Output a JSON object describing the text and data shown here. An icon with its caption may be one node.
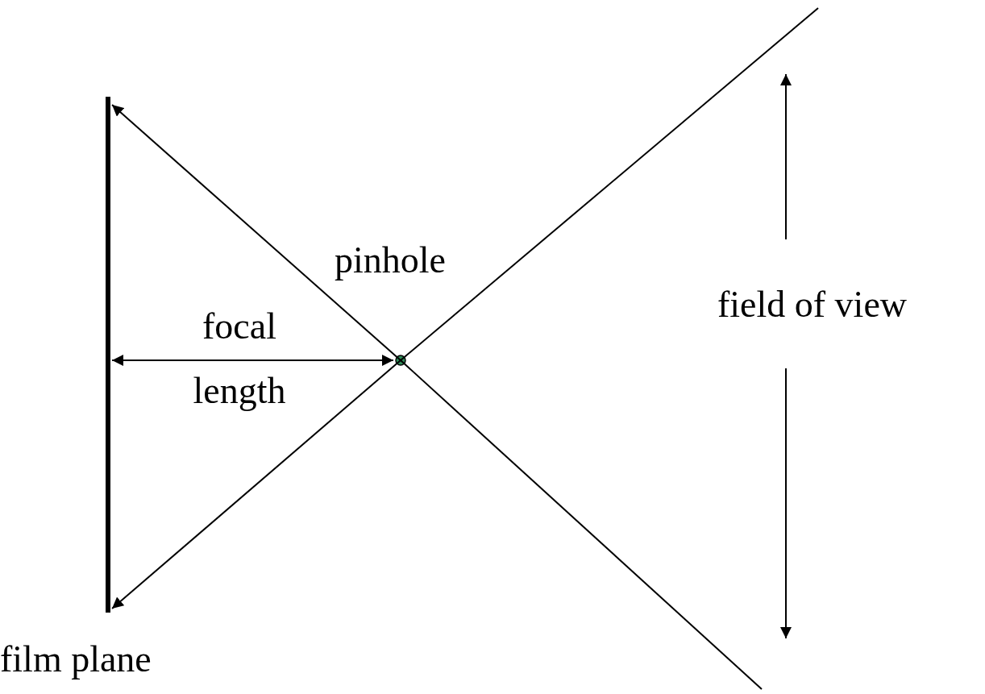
{
  "diagram": {
    "nodes": [
      {
        "text": [
          "film plane"
        ]
      },
      {
        "text": [
          "pinhole"
        ]
      }
    ],
    "edges": [
      {
        "from": 1,
        "to": 0,
        "arrow": "to"
      },
      {
        "from": 1,
        "to": 0,
        "arrow": "to"
      },
      {
        "from": 1,
        "to": null,
        "arrow": "none"
      },
      {
        "from": 1,
        "to": null,
        "arrow": "none"
      },
      {
        "from": 0,
        "to": 1,
        "arrow": "both",
        "label": "focal length"
      }
    ],
    "labels": [
      "field of view"
    ]
  }
}
